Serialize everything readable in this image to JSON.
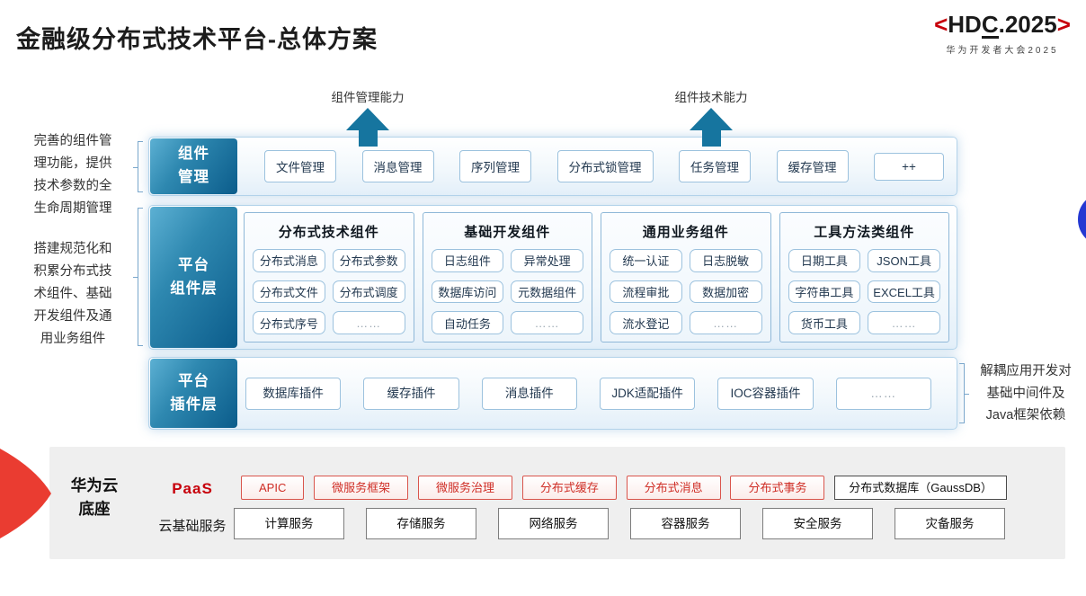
{
  "title": "金融级分布式技术平台-总体方案",
  "logo": {
    "left_angle": "<",
    "p1": "HD",
    "c": "C",
    "p2": ".2025",
    "right_angle": ">",
    "subtitle": "华为开发者大会2025",
    "brand_red": "#C7000B"
  },
  "capability_arrows": [
    {
      "label": "组件管理能力"
    },
    {
      "label": "组件技术能力"
    }
  ],
  "left_notes": [
    "完善的组件管\n理功能，提供\n技术参数的全\n生命周期管理",
    "搭建规范化和\n积累分布式技\n术组件、基础\n开发组件及通\n用业务组件"
  ],
  "right_note": "解耦应用开发对\n基础中间件及\nJava框架依赖",
  "rows": {
    "component_mgmt": {
      "label": "组件\n管理",
      "items": [
        "文件管理",
        "消息管理",
        "序列管理",
        "分布式锁管理",
        "任务管理",
        "缓存管理",
        "++"
      ]
    },
    "platform_components": {
      "label": "平台\n组件层",
      "columns": [
        {
          "title": "分布式技术组件",
          "items": [
            "分布式消息",
            "分布式参数",
            "分布式文件",
            "分布式调度",
            "分布式序号",
            "……"
          ]
        },
        {
          "title": "基础开发组件",
          "items": [
            "日志组件",
            "异常处理",
            "数据库访问",
            "元数据组件",
            "自动任务",
            "……"
          ]
        },
        {
          "title": "通用业务组件",
          "items": [
            "统一认证",
            "日志脱敏",
            "流程审批",
            "数据加密",
            "流水登记",
            "……"
          ]
        },
        {
          "title": "工具方法类组件",
          "items": [
            "日期工具",
            "JSON工具",
            "字符串工具",
            "EXCEL工具",
            "货币工具",
            "……"
          ]
        }
      ]
    },
    "platform_plugins": {
      "label": "平台\n插件层",
      "items": [
        "数据库插件",
        "缓存插件",
        "消息插件",
        "JDK适配插件",
        "IOC容器插件",
        "……"
      ]
    }
  },
  "foundation": {
    "label": "华为云\n底座",
    "paas": {
      "label": "PaaS",
      "red_items": [
        "APIC",
        "微服务框架",
        "微服务治理",
        "分布式缓存",
        "分布式消息",
        "分布式事务"
      ],
      "dark_item": "分布式数据库（GaussDB）"
    },
    "iaas": {
      "label": "云基础服务",
      "items": [
        "计算服务",
        "存储服务",
        "网络服务",
        "容器服务",
        "安全服务",
        "灾备服务"
      ]
    }
  },
  "colors": {
    "layer_teal": "#0B5C8B",
    "arrow_teal": "#16759F",
    "chip_border_blue": "#9CC2DE",
    "paas_red": "#CF2E26",
    "foundation_gray": "#EFEFEF",
    "decoration_blue": "#2438D2"
  }
}
